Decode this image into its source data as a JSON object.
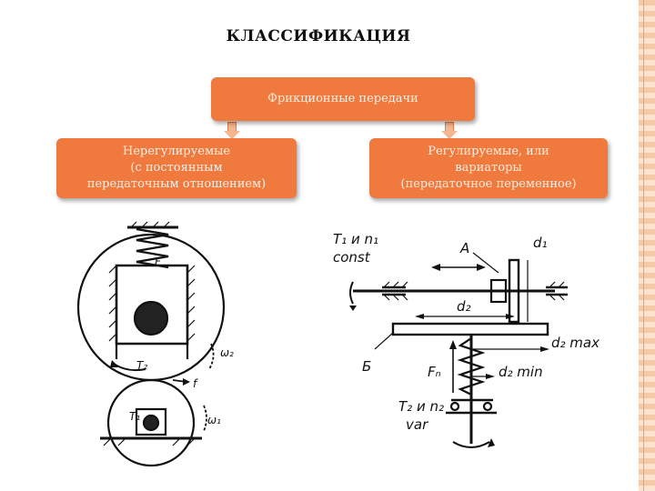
{
  "title": "КЛАССИФИКАЦИЯ",
  "root": {
    "label": "Фрикционные передачи"
  },
  "left": {
    "line1": "Нерегулируемые",
    "line2": "(с постоянным",
    "line3": "передаточным отношением)"
  },
  "right": {
    "line1": "Регулируемые, или",
    "line2": "вариаторы",
    "line3": "(передаточное переменное)"
  },
  "diagram_left": {
    "labels": {
      "F": "F",
      "w2": "ω₂",
      "T2": "T₂",
      "f": "f",
      "T1": "T₁",
      "w1": "ω₁"
    }
  },
  "diagram_right": {
    "labels": {
      "t1": "T₁ и n₁",
      "const": "const",
      "A": "A",
      "d1": "d₁",
      "d2": "d₂",
      "d2max": "d₂ max",
      "B": "Б",
      "Fn": "Fₙ",
      "d2min": "d₂ min",
      "t2": "T₂ и n₂",
      "var": "var"
    }
  },
  "colors": {
    "box": "#f07a3e",
    "box_text": "#fbeee4",
    "border": "#f6c9a6"
  }
}
